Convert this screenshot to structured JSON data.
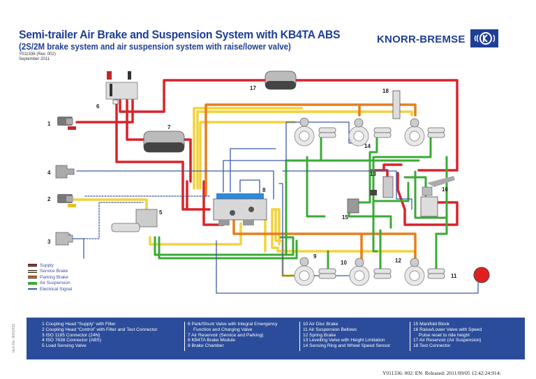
{
  "header": {
    "title": "Semi-trailer Air Brake and Suspension System with KB4TA ABS",
    "subtitle": "(2S/2M brake system and air suspension system with raise/lower valve)",
    "doc_id": "Y011336 (Rev. 002)",
    "date": "September 2011",
    "brand": "KNORR-BREMSE",
    "logo_icon": "knorr-bremse-k-logo"
  },
  "colors": {
    "supply": "#d8232a",
    "service_brake": "#f3d23c",
    "parking_brake": "#e67e1e",
    "air_suspension": "#3aaa35",
    "electrical_signal": "#3c5aa8",
    "panel": "#2b4c9a",
    "title": "#1f3f95"
  },
  "line_legend": [
    {
      "label": "Supply",
      "color": "#d8232a"
    },
    {
      "label": "Service Brake",
      "color": "#f3d23c"
    },
    {
      "label": "Parking Brake",
      "color": "#e67e1e"
    },
    {
      "label": "Air Suspension",
      "color": "#3aaa35"
    },
    {
      "label": "Electrical Signal",
      "color": "#3c5aa8"
    }
  ],
  "callouts": [
    "1",
    "2",
    "3",
    "4",
    "5",
    "6",
    "7",
    "8",
    "9",
    "10",
    "11",
    "12",
    "13",
    "14",
    "15",
    "16",
    "17",
    "18"
  ],
  "components": {
    "col1": [
      {
        "text": "1  Coupling Head “Supply” with Filter"
      },
      {
        "text": "2  Coupling Head “Control” with Filter and Test Connector"
      },
      {
        "text": "3  ISO 1185 Connector (24N)"
      },
      {
        "text": "4  ISO 7638 Connector (ABS)"
      },
      {
        "text": "5  Load Sensing Valve"
      }
    ],
    "col2": [
      {
        "text": "6  Park/Shunt Valve with Integral Emergency"
      },
      {
        "text": "Function and Charging Valve",
        "cont": true
      },
      {
        "text": "7  Air Reservoir (Service and Parking)"
      },
      {
        "text": "8  KB4TA Brake Module"
      },
      {
        "text": "9  Brake Chamber"
      }
    ],
    "col3": [
      {
        "text": "10  Air Disc Brake"
      },
      {
        "text": "11  Air Suspension Bellows"
      },
      {
        "text": "12  Spring Brake"
      },
      {
        "text": "13  Levelling Valve with Height Limitation"
      },
      {
        "text": "14  Sensing Ring and Wheel Speed Sensor"
      }
    ],
    "col4": [
      {
        "text": "15  Manifold Block"
      },
      {
        "text": "16  Raise/Lower Valve with Speed"
      },
      {
        "text": "Pulse reset to ride height",
        "cont": true
      },
      {
        "text": "17  Air Reservoir (Air Suspension)"
      },
      {
        "text": "18  Test Connector"
      }
    ]
  },
  "item_no": "Item No. I8002453",
  "footer": "Y011336: 002: EN: Released: 2011/09/05 12:42:24:914:"
}
